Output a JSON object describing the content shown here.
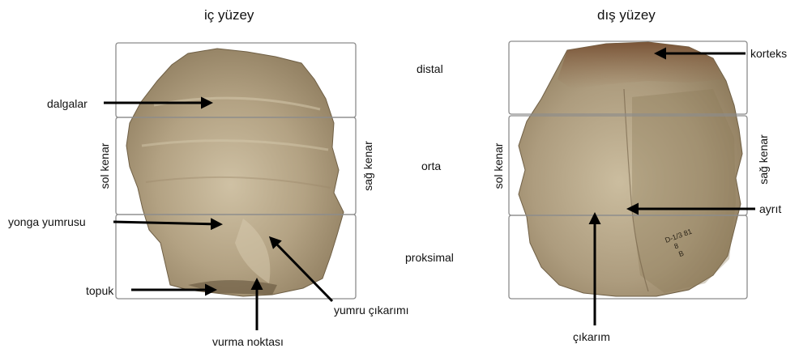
{
  "figure": {
    "inner_surface": {
      "title": "iç yüzey",
      "labels": {
        "waves": "dalgalar",
        "left_edge": "sol kenar",
        "right_edge": "sağ kenar",
        "bulb": "yonga yumrusu",
        "platform": "topuk",
        "bulb_scar": "yumru çıkarımı",
        "point_of_impact": "vurma noktası"
      }
    },
    "zones": {
      "distal": "distal",
      "middle": "orta",
      "proximal": "proksimal"
    },
    "outer_surface": {
      "title": "dış yüzey",
      "labels": {
        "cortex": "korteks",
        "left_edge": "sol kenar",
        "right_edge": "sağ kenar",
        "ridge": "ayrıt",
        "scar": "çıkarım",
        "catalog_mark": "D-1/3 81 8 B"
      }
    },
    "colors": {
      "stone_base": "#a8987a",
      "stone_light": "#c7b89a",
      "stone_dark": "#7c6a4e",
      "cortex": "#8a6448",
      "box_stroke": "#8c8c8c",
      "arrow": "#000000"
    }
  }
}
